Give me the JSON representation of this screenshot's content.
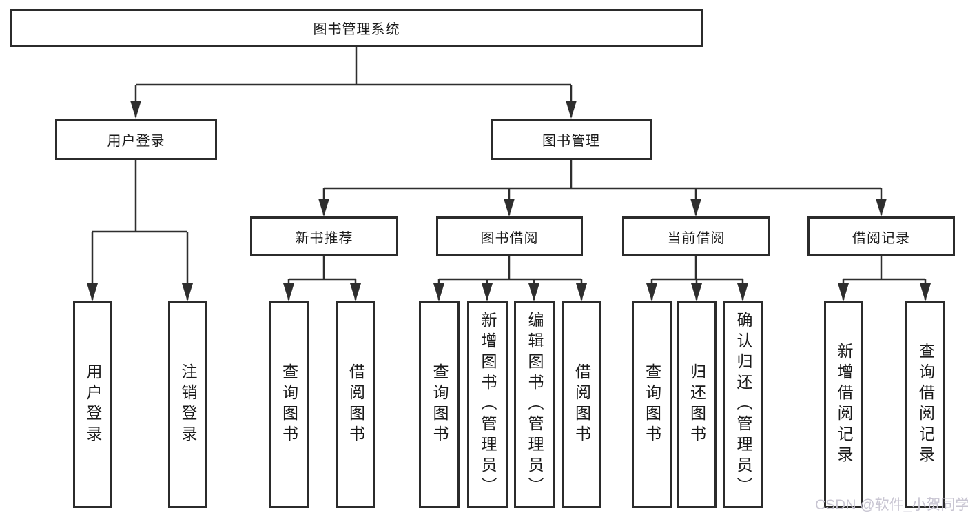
{
  "tree": {
    "label": "图书管理系统",
    "children": [
      {
        "label": "用户登录",
        "children": [
          {
            "label": "用户登录"
          },
          {
            "label": "注销登录"
          }
        ]
      },
      {
        "label": "图书管理",
        "children": [
          {
            "label": "新书推荐",
            "children": [
              {
                "label": "查询图书"
              },
              {
                "label": "借阅图书"
              }
            ]
          },
          {
            "label": "图书借阅",
            "children": [
              {
                "label": "查询图书"
              },
              {
                "label": "新增图书（管理员）"
              },
              {
                "label": "编辑图书（管理员）"
              },
              {
                "label": "借阅图书"
              }
            ]
          },
          {
            "label": "当前借阅",
            "children": [
              {
                "label": "查询图书"
              },
              {
                "label": "归还图书"
              },
              {
                "label": "确认归还（管理员）"
              }
            ]
          },
          {
            "label": "借阅记录",
            "children": [
              {
                "label": "新增借阅记录"
              },
              {
                "label": "查询借阅记录"
              }
            ]
          }
        ]
      }
    ]
  },
  "watermark": "CSDN @软件_小贺同学",
  "colors": {
    "line": "#2e2e2e",
    "text": "#1a1a1a",
    "watermark": "#c8c5d2",
    "background": "#ffffff"
  }
}
